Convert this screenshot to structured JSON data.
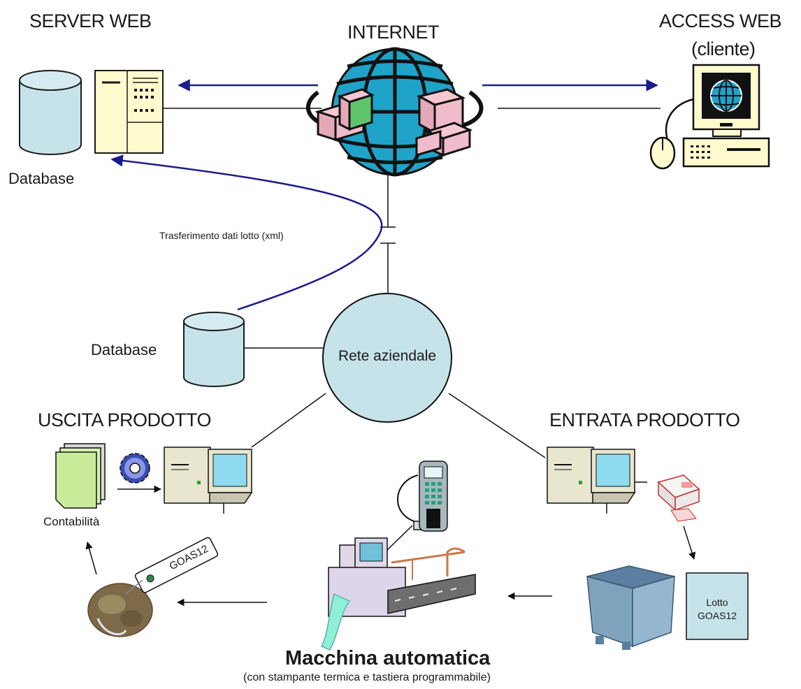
{
  "sections": {
    "server_web": "SERVER WEB",
    "internet": "INTERNET",
    "access_web_line1": "ACCESS WEB",
    "access_web_line2": "(cliente)",
    "uscita": "USCITA PRODOTTO",
    "entrata": "ENTRATA PRODOTTO"
  },
  "labels": {
    "database_top": "Database",
    "database_mid": "Database",
    "transfer": "Trasferimento dati lotto (xml)",
    "rete": "Rete aziendale",
    "contabilita": "Contabilità",
    "tag": "GOAS12",
    "lotto_line1": "Lotto",
    "lotto_line2": "GOAS12",
    "machine_title": "Macchina automatica",
    "machine_subtitle": "(con stampante termica e tastiera programmabile)"
  },
  "colors": {
    "cylinder": "#c6e3ea",
    "rete": "#c6e3ea",
    "server": "#fffbcf",
    "globe": "#1fa3c8",
    "link_blue": "#1c1c8c",
    "computer": "#e9e6d0",
    "screen": "#8fdcf0",
    "crate": "#7fa3bd"
  }
}
